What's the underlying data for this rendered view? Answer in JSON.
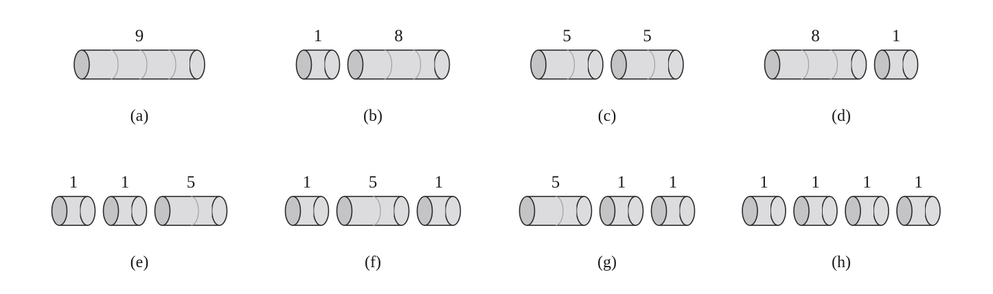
{
  "panels": [
    {
      "caption": "(a)",
      "pieces": [
        {
          "label": "9",
          "sections": 4
        }
      ]
    },
    {
      "caption": "(b)",
      "pieces": [
        {
          "label": "1",
          "sections": 1
        },
        {
          "label": "8",
          "sections": 3
        }
      ]
    },
    {
      "caption": "(c)",
      "pieces": [
        {
          "label": "5",
          "sections": 2
        },
        {
          "label": "5",
          "sections": 2
        }
      ]
    },
    {
      "caption": "(d)",
      "pieces": [
        {
          "label": "8",
          "sections": 3
        },
        {
          "label": "1",
          "sections": 1
        }
      ]
    },
    {
      "caption": "(e)",
      "pieces": [
        {
          "label": "1",
          "sections": 1
        },
        {
          "label": "1",
          "sections": 1
        },
        {
          "label": "5",
          "sections": 2
        }
      ]
    },
    {
      "caption": "(f)",
      "pieces": [
        {
          "label": "1",
          "sections": 1
        },
        {
          "label": "5",
          "sections": 2
        },
        {
          "label": "1",
          "sections": 1
        }
      ]
    },
    {
      "caption": "(g)",
      "pieces": [
        {
          "label": "5",
          "sections": 2
        },
        {
          "label": "1",
          "sections": 1
        },
        {
          "label": "1",
          "sections": 1
        }
      ]
    },
    {
      "caption": "(h)",
      "pieces": [
        {
          "label": "1",
          "sections": 1
        },
        {
          "label": "1",
          "sections": 1
        },
        {
          "label": "1",
          "sections": 1
        },
        {
          "label": "1",
          "sections": 1
        }
      ]
    }
  ],
  "colors": {
    "body": "#dcdcde",
    "end_cap": "#c4c4c7",
    "outline": "#2a2a2a",
    "seam": "#9a9a9a"
  }
}
